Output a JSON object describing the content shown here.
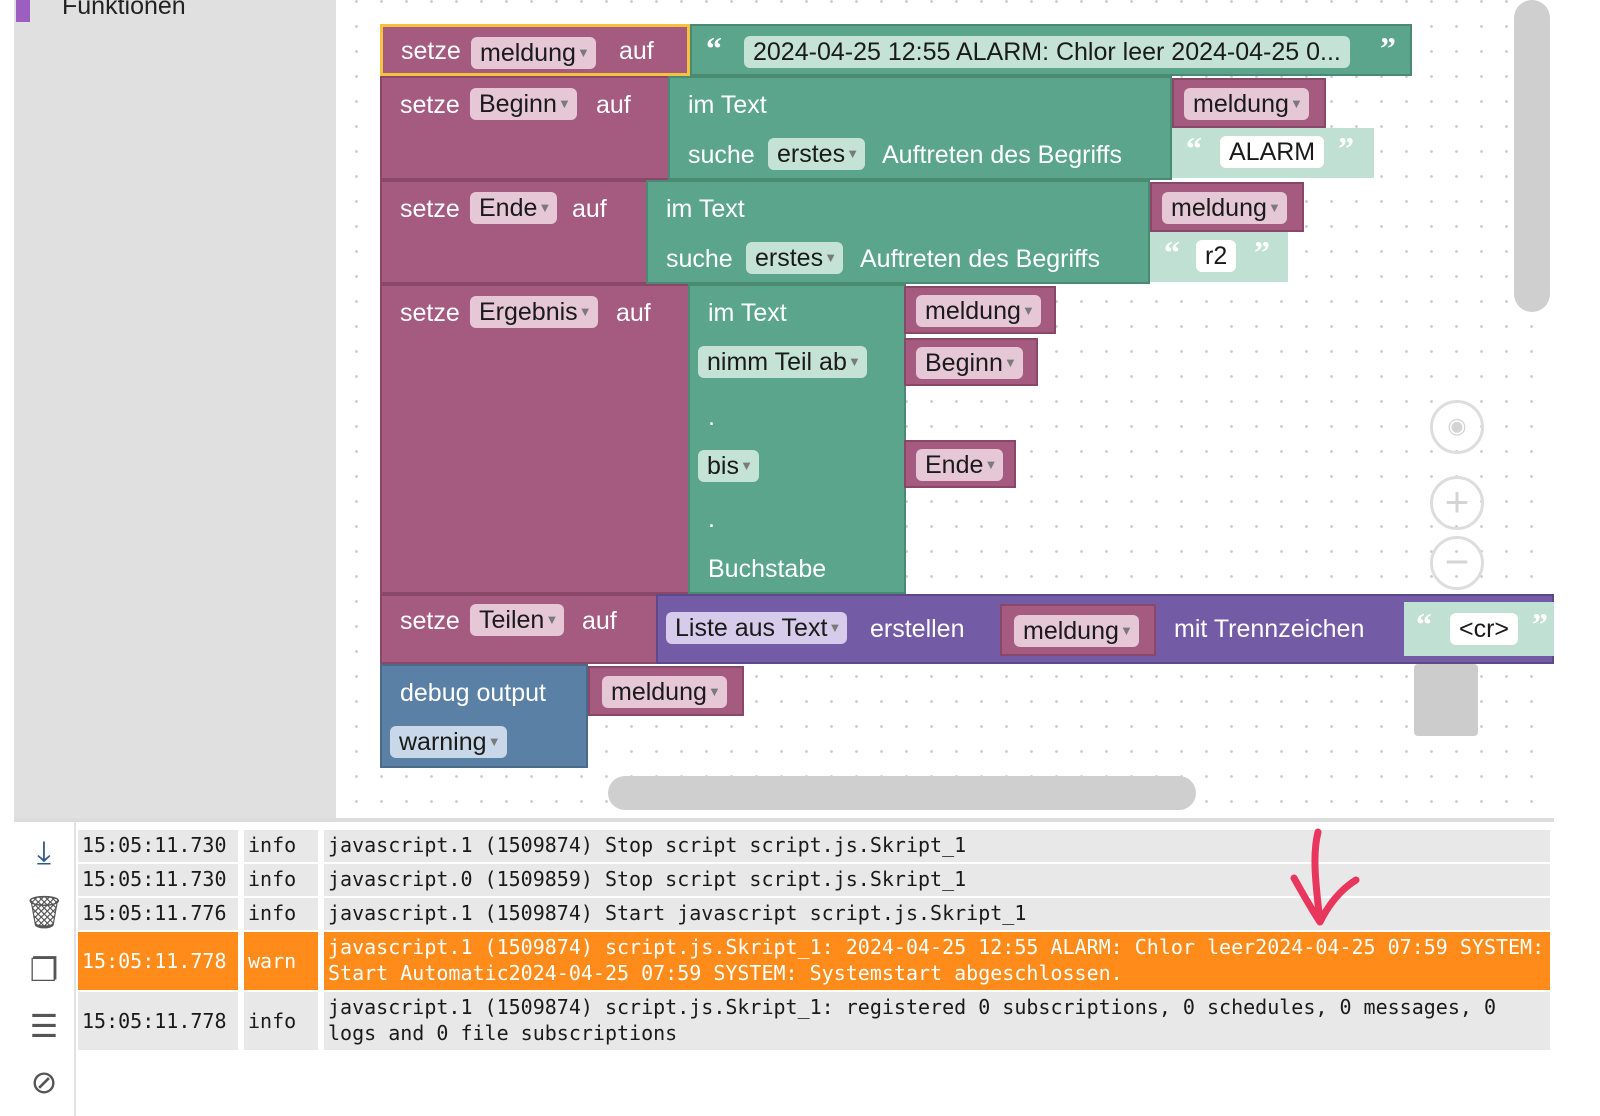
{
  "sidebar": {
    "category_label": "Funktionen"
  },
  "blocks": {
    "b1": {
      "setze": "setze",
      "var": "meldung",
      "auf": "auf",
      "text": "2024-04-25 12:55 ALARM: Chlor leer 2024-04-25 0..."
    },
    "b2": {
      "setze": "setze",
      "var": "Beginn",
      "auf": "auf",
      "im_text": "im Text",
      "src": "meldung",
      "suche": "suche",
      "mode": "erstes",
      "auftreten": "Auftreten des Begriffs",
      "term": "ALARM"
    },
    "b3": {
      "setze": "setze",
      "var": "Ende",
      "auf": "auf",
      "im_text": "im Text",
      "src": "meldung",
      "suche": "suche",
      "mode": "erstes",
      "auftreten": "Auftreten des Begriffs",
      "term": "r2"
    },
    "b4": {
      "setze": "setze",
      "var": "Ergebnis",
      "auf": "auf",
      "im_text": "im Text",
      "src": "meldung",
      "nimm": "nimm Teil ab",
      "from": "Beginn",
      "dot1": ".",
      "bis": "bis",
      "to": "Ende",
      "dot2": ".",
      "buchstabe": "Buchstabe"
    },
    "b5": {
      "setze": "setze",
      "var": "Teilen",
      "auf": "auf",
      "liste": "Liste aus Text",
      "erstellen": "erstellen",
      "src": "meldung",
      "mit": "mit Trennzeichen",
      "sep": "<cr>"
    },
    "b6": {
      "debug": "debug output",
      "src": "meldung",
      "level": "warning"
    }
  },
  "log": {
    "rows": [
      {
        "time": "15:05:11.730",
        "level": "info",
        "msg": "javascript.1 (1509874) Stop script script.js.Skript_1"
      },
      {
        "time": "15:05:11.730",
        "level": "info",
        "msg": "javascript.0 (1509859) Stop script script.js.Skript_1"
      },
      {
        "time": "15:05:11.776",
        "level": "info",
        "msg": "javascript.1 (1509874) Start javascript script.js.Skript_1"
      },
      {
        "time": "15:05:11.778",
        "level": "warn",
        "msg": "javascript.1 (1509874) script.js.Skript_1: 2024-04-25 12:55 ALARM: Chlor leer2024-04-25 07:59 SYSTEM: Start Automatic2024-04-25 07:59 SYSTEM: Systemstart abgeschlossen."
      },
      {
        "time": "15:05:11.778",
        "level": "info",
        "msg": "javascript.1 (1509874) script.js.Skript_1: registered 0 subscriptions, 0 schedules, 0 messages, 0 logs and 0 file subscriptions"
      }
    ]
  },
  "icons": {
    "toolbar": [
      "download-icon",
      "delete-log-icon",
      "copy-icon",
      "wrap-lines-icon",
      "hide-icon"
    ],
    "workspace": [
      "center-icon",
      "zoom-in-icon",
      "zoom-out-icon"
    ]
  },
  "colors": {
    "warn_row": "#ff8c1a",
    "variable_block": "#a55b80",
    "text_block": "#5ba58c",
    "list_block": "#745ba5",
    "debug_block": "#5b80a5",
    "selection": "#f4c23e",
    "annotation_arrow": "#e8365d"
  }
}
